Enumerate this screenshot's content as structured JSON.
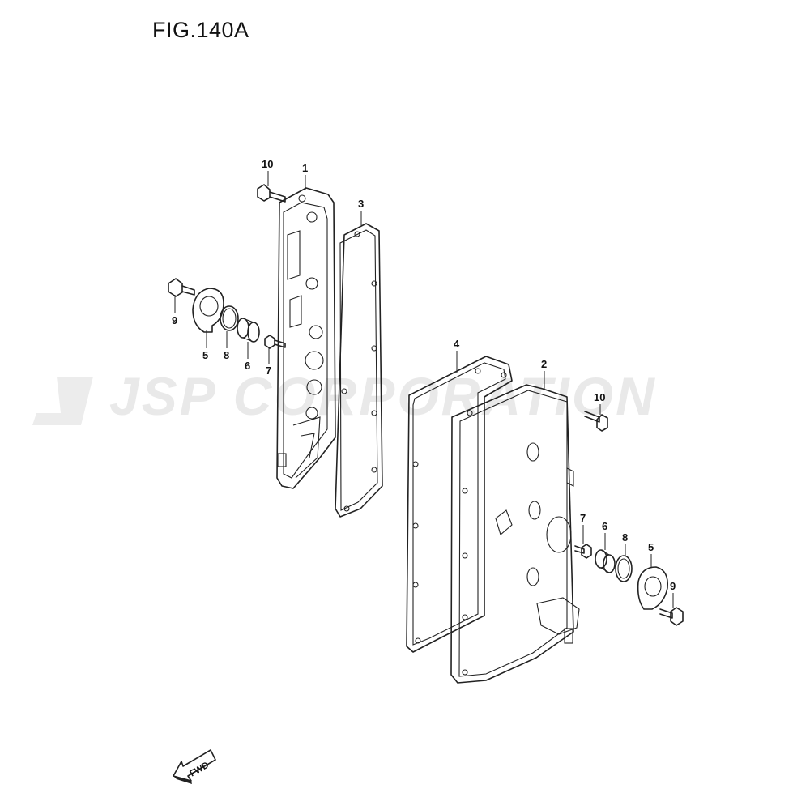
{
  "figure": {
    "title": "FIG.140A"
  },
  "watermark": {
    "text": "JSP CORPORATION"
  },
  "fwd_arrow": {
    "label": "FWD"
  },
  "callouts": {
    "left_10": "10",
    "left_1": "1",
    "left_3": "3",
    "left_9": "9",
    "left_5": "5",
    "left_8": "8",
    "left_6": "6",
    "left_7": "7",
    "right_4": "4",
    "right_2": "2",
    "right_10": "10",
    "right_7": "7",
    "right_6": "6",
    "right_8": "8",
    "right_5": "5",
    "right_9": "9"
  }
}
